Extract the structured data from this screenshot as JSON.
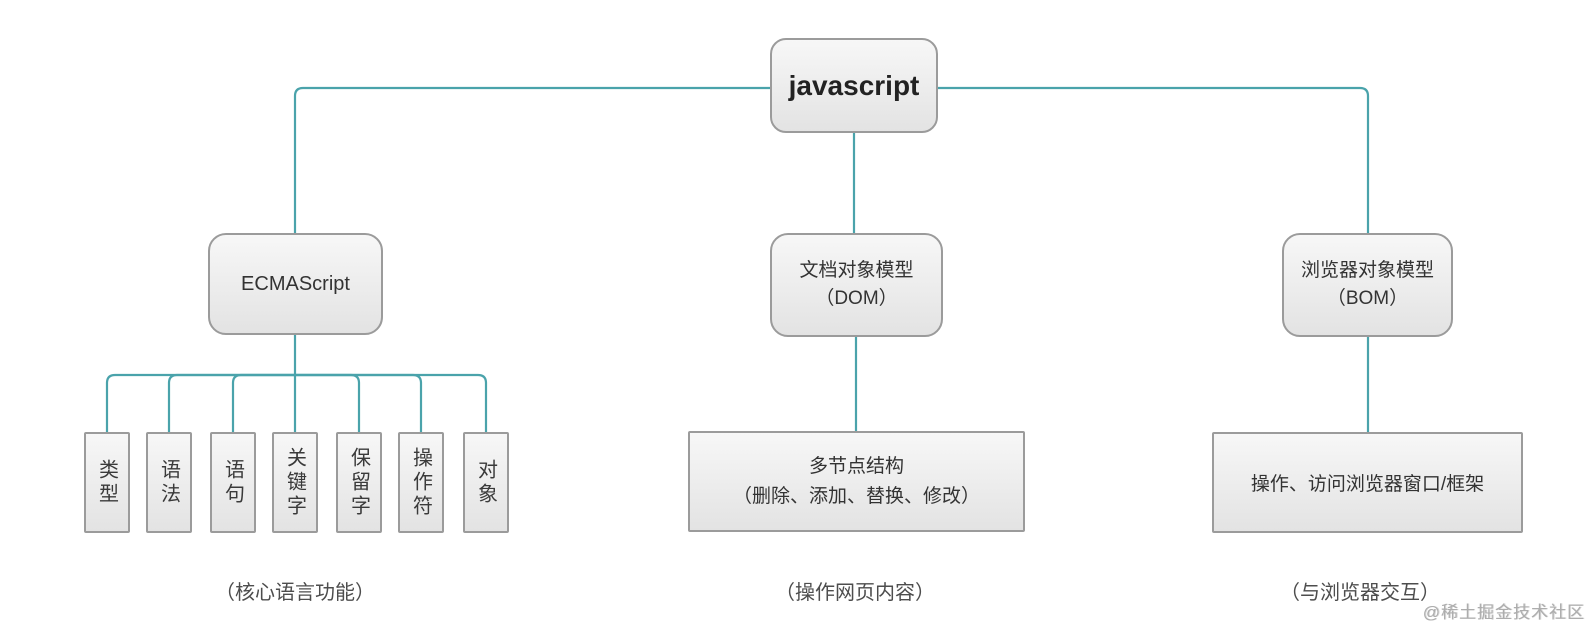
{
  "diagram": {
    "title_node": {
      "label": "javascript"
    },
    "branches": [
      {
        "id": "ecmascript",
        "label": "ECMAScript",
        "children": [
          "类型",
          "语法",
          "语句",
          "关键字",
          "保留字",
          "操作符",
          "对象"
        ],
        "note": "（核心语言功能）"
      },
      {
        "id": "dom",
        "label_line1": "文档对象模型",
        "label_line2": "（DOM）",
        "child_line1": "多节点结构",
        "child_line2": "（删除、添加、替换、修改）",
        "note": "（操作网页内容）"
      },
      {
        "id": "bom",
        "label_line1": "浏览器对象模型",
        "label_line2": "（BOM）",
        "child": "操作、访问浏览器窗口/框架",
        "note": "（与浏览器交互）"
      }
    ],
    "watermark": "@稀土掘金技术社区",
    "colors": {
      "connector": "#4aa3ab",
      "box_border": "#9b9b9b",
      "box_fill_top": "#f7f7f7",
      "box_fill_bottom": "#e3e3e3",
      "text": "#333333",
      "note_text": "#4d4d4d",
      "watermark_text": "#adadad"
    }
  }
}
